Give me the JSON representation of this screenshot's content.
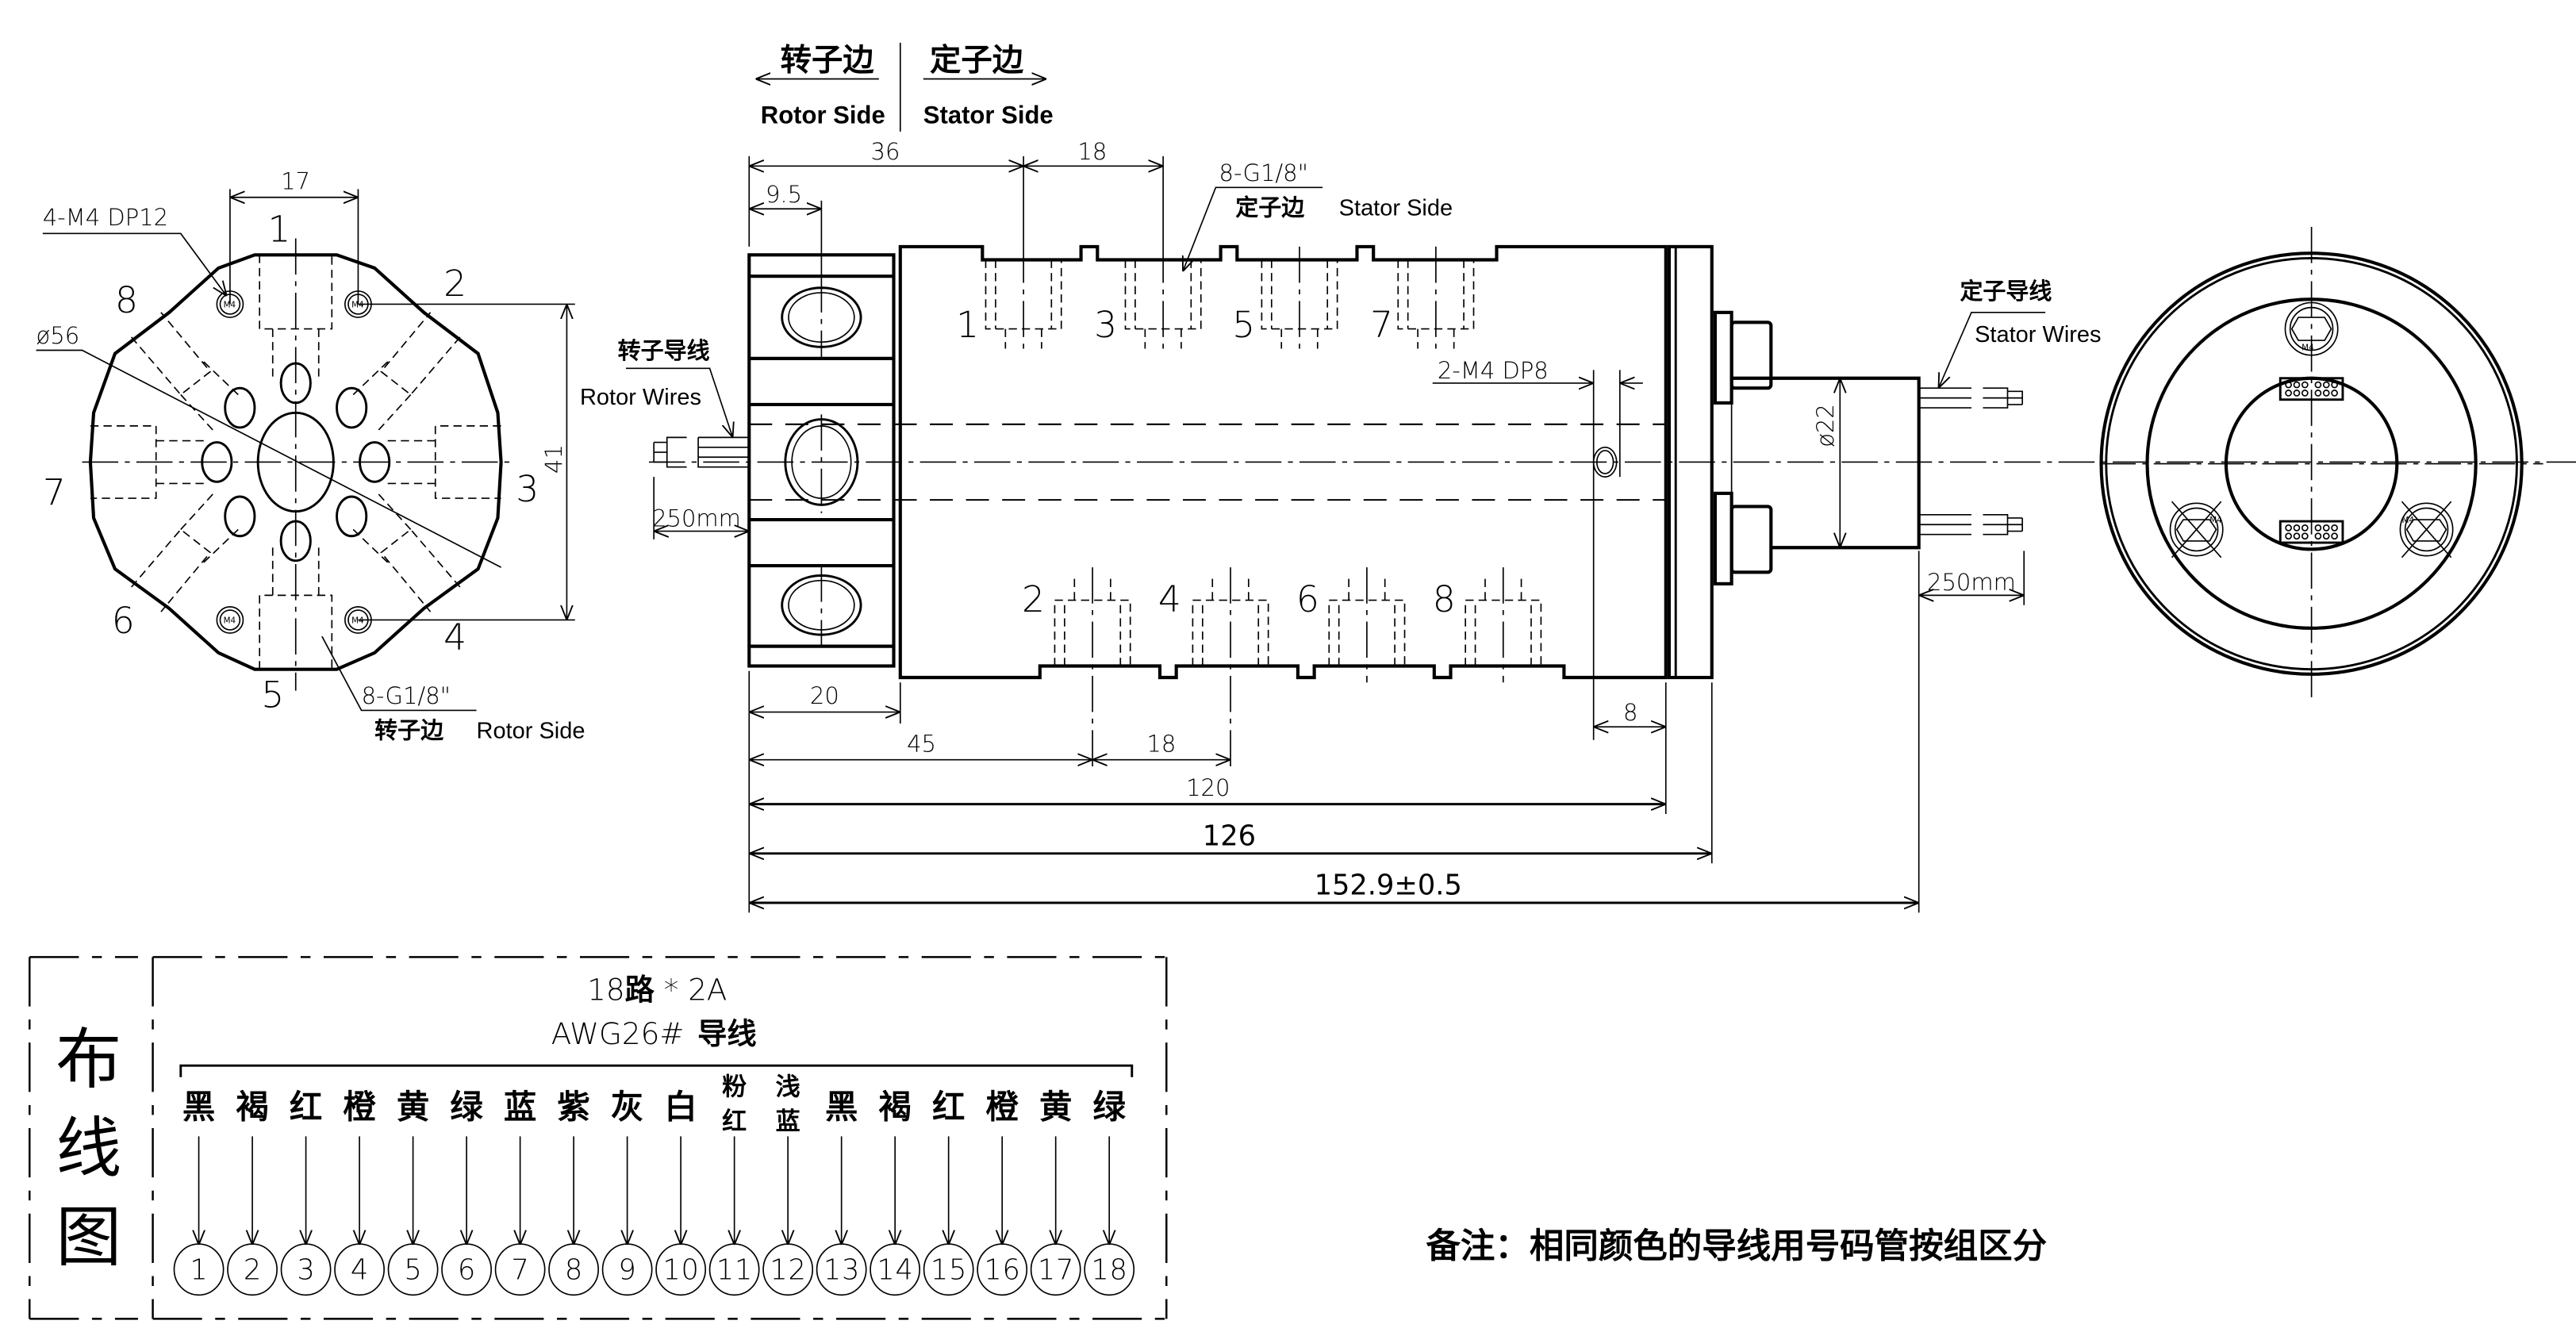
{
  "direction_header": {
    "rotor_cn": "转子边",
    "rotor_en": "Rotor Side",
    "stator_cn": "定子边",
    "stator_en": "Stator Side"
  },
  "rotor_end_view": {
    "dim_width": "17",
    "dim_height": "41",
    "thread_callout": "4-M4 DP12",
    "diameter_callout": "ø56",
    "port_callout": "8-G1/8\"",
    "port_side_cn": "转子边",
    "port_side_en": "Rotor Side",
    "port_numbers": [
      "1",
      "2",
      "3",
      "4",
      "5",
      "6",
      "7",
      "8"
    ],
    "hole_label": "M4"
  },
  "side_view": {
    "dim_top_36": "36",
    "dim_top_18": "18",
    "dim_top_9_5": "9.5",
    "stator_port_callout": "8-G1/8\"",
    "stator_port_side_cn": "定子边",
    "stator_port_side_en": "Stator Side",
    "top_ports": [
      "1",
      "3",
      "5",
      "7"
    ],
    "bottom_ports": [
      "2",
      "4",
      "6",
      "8"
    ],
    "mount_callout": "2-M4 DP8",
    "rotor_wires_cn": "转子导线",
    "rotor_wires_en": "Rotor Wires",
    "rotor_wire_length": "250mm",
    "stator_wires_cn": "定子导线",
    "stator_wires_en": "Stator Wires",
    "stator_wire_length": "250mm",
    "stator_diameter": "ø22",
    "dim_20": "20",
    "dim_45": "45",
    "dim_18_bottom": "18",
    "dim_8": "8",
    "dim_120": "120",
    "dim_126": "126",
    "dim_total": "152.9±0.5"
  },
  "stator_end_view": {
    "hole_label": "M4"
  },
  "wiring_diagram": {
    "title_chars": [
      "布",
      "线",
      "图"
    ],
    "spec_line1_prefix": "18",
    "spec_line1_cn": "路",
    "spec_line1_suffix": " * 2A",
    "spec_line2_prefix": "AWG26#",
    "spec_line2_cn": "导线",
    "wires": [
      {
        "color": "黑",
        "num": "1"
      },
      {
        "color": "褐",
        "num": "2"
      },
      {
        "color": "红",
        "num": "3"
      },
      {
        "color": "橙",
        "num": "4"
      },
      {
        "color": "黄",
        "num": "5"
      },
      {
        "color": "绿",
        "num": "6"
      },
      {
        "color": "蓝",
        "num": "7"
      },
      {
        "color": "紫",
        "num": "8"
      },
      {
        "color": "灰",
        "num": "9"
      },
      {
        "color": "白",
        "num": "10"
      },
      {
        "color": "粉红",
        "num": "11"
      },
      {
        "color": "浅蓝",
        "num": "12"
      },
      {
        "color": "黑",
        "num": "13"
      },
      {
        "color": "褐",
        "num": "14"
      },
      {
        "color": "红",
        "num": "15"
      },
      {
        "color": "橙",
        "num": "16"
      },
      {
        "color": "黄",
        "num": "17"
      },
      {
        "color": "绿",
        "num": "18"
      }
    ]
  },
  "note": "备注：相同颜色的导线用号码管按组区分"
}
